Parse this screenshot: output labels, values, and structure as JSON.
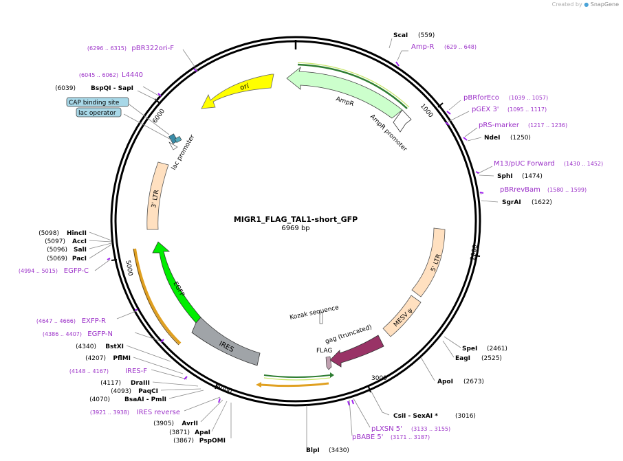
{
  "credit": {
    "prefix": "Created by",
    "brand": "SnapGene"
  },
  "plasmid": {
    "name": "MIGR1_FLAG_TAL1-short_GFP",
    "size": "6969 bp"
  },
  "ticks": [
    "1000",
    "2000",
    "3000",
    "4000",
    "5000",
    "6000"
  ],
  "features": [
    {
      "key": "ori",
      "label": "ori",
      "color": "#ffff00"
    },
    {
      "key": "ampr",
      "label": "AmpR",
      "color": "#ccffcc"
    },
    {
      "key": "ampr_promoter",
      "label": "AmpR promoter",
      "color": "#ffffff"
    },
    {
      "key": "lac_promoter",
      "label": "lac promoter",
      "color": "#ffffff"
    },
    {
      "key": "ltr3",
      "label": "3' LTR",
      "color": "#ffe0c0"
    },
    {
      "key": "egfp",
      "label": "EGFP",
      "color": "#00ee00"
    },
    {
      "key": "ires",
      "label": "IRES",
      "color": "#a0a4a8"
    },
    {
      "key": "ltr5",
      "label": "5' LTR",
      "color": "#ffe0c0"
    },
    {
      "key": "mesv",
      "label": "MESV ψ",
      "color": "#ffe0c0"
    },
    {
      "key": "gag",
      "label": "gag (truncated)",
      "color": "#993366"
    },
    {
      "key": "flag",
      "label": "FLAG",
      "color": "#c0a0b0"
    },
    {
      "key": "kozak",
      "label": "Kozak sequence",
      "color": "#ffffff"
    }
  ],
  "boxes": [
    {
      "key": "cap",
      "label": "CAP binding site"
    },
    {
      "key": "lacop",
      "label": "lac operator"
    }
  ],
  "enzymes": [
    {
      "key": "scai",
      "name": "ScaI",
      "pos": "(559)"
    },
    {
      "key": "ndei",
      "name": "NdeI",
      "pos": "(1250)"
    },
    {
      "key": "sphi",
      "name": "SphI",
      "pos": "(1474)"
    },
    {
      "key": "sgrai",
      "name": "SgrAI",
      "pos": "(1622)"
    },
    {
      "key": "spei",
      "name": "SpeI",
      "pos": "(2461)"
    },
    {
      "key": "eagi",
      "name": "EagI",
      "pos": "(2525)"
    },
    {
      "key": "apoi",
      "name": "ApoI",
      "pos": "(2673)"
    },
    {
      "key": "csii",
      "name": "CsiI  - SexAI *",
      "pos": "(3016)"
    },
    {
      "key": "blpi",
      "name": "BlpI",
      "pos": "(3430)"
    },
    {
      "key": "pspomi",
      "name": "PspOMI",
      "pos": "(3867)"
    },
    {
      "key": "apai",
      "name": "ApaI",
      "pos": "(3871)"
    },
    {
      "key": "avrii",
      "name": "AvrII",
      "pos": "(3905)"
    },
    {
      "key": "bsaai",
      "name": "BsaAI  - PmlI",
      "pos": "(4070)"
    },
    {
      "key": "paqci",
      "name": "PaqCI",
      "pos": "(4093)"
    },
    {
      "key": "draiii",
      "name": "DraIII",
      "pos": "(4117)"
    },
    {
      "key": "pflmi",
      "name": "PflMI",
      "pos": "(4207)"
    },
    {
      "key": "bstxi",
      "name": "BstXI",
      "pos": "(4340)"
    },
    {
      "key": "paci",
      "name": "PacI",
      "pos": "(5069)"
    },
    {
      "key": "sali",
      "name": "SalI",
      "pos": "(5096)"
    },
    {
      "key": "acci",
      "name": "AccI",
      "pos": "(5097)"
    },
    {
      "key": "hincii",
      "name": "HincII",
      "pos": "(5098)"
    },
    {
      "key": "bspqi",
      "name": "BspQI  - SapI",
      "pos": "(6039)"
    }
  ],
  "primers": [
    {
      "key": "ampr_p",
      "name": "Amp-R",
      "range": "(629 .. 648)"
    },
    {
      "key": "pbrforeco",
      "name": "pBRforEco",
      "range": "(1039 .. 1057)"
    },
    {
      "key": "pgex3",
      "name": "pGEX 3'",
      "range": "(1095 .. 1117)"
    },
    {
      "key": "prsmarker",
      "name": "pRS-marker",
      "range": "(1217 .. 1236)"
    },
    {
      "key": "m13",
      "name": "M13/pUC Forward",
      "range": "(1430 .. 1452)"
    },
    {
      "key": "pbrrevbam",
      "name": "pBRrevBam",
      "range": "(1580 .. 1599)"
    },
    {
      "key": "plxsn5",
      "name": "pLXSN 5'",
      "range": "(3133 .. 3155)"
    },
    {
      "key": "pbabe5",
      "name": "pBABE 5'",
      "range": "(3171 .. 3187)"
    },
    {
      "key": "iresrev",
      "name": "IRES reverse",
      "range": "(3921 .. 3938)"
    },
    {
      "key": "iresf",
      "name": "IRES-F",
      "range": "(4148 .. 4167)"
    },
    {
      "key": "egfpn",
      "name": "EGFP-N",
      "range": "(4386 .. 4407)"
    },
    {
      "key": "exfpr",
      "name": "EXFP-R",
      "range": "(4647 .. 4666)"
    },
    {
      "key": "egfpc",
      "name": "EGFP-C",
      "range": "(4994 .. 5015)"
    },
    {
      "key": "l4440",
      "name": "L4440",
      "range": "(6045 .. 6062)"
    },
    {
      "key": "pbr322ori",
      "name": "pBR322ori-F",
      "range": "(6296 .. 6315)"
    }
  ]
}
